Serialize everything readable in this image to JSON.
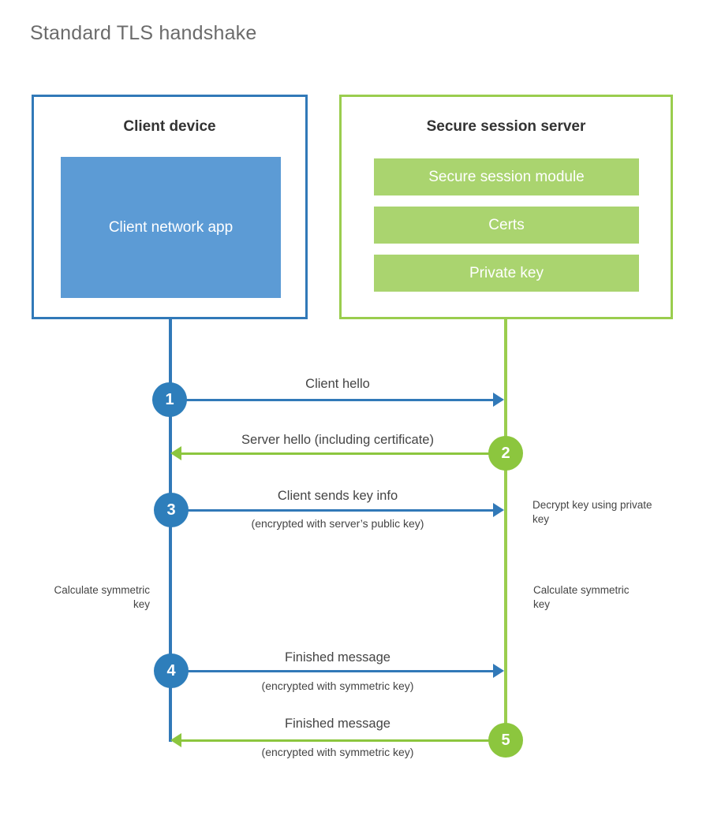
{
  "title": "Standard TLS handshake",
  "colors": {
    "client_border": "#3179B8",
    "client_fill": "#5C9BD5",
    "client_accent": "#2E7EBB",
    "server_border": "#9ACD4E",
    "server_fill": "#AAD46F",
    "server_accent": "#8CC63E",
    "title_text": "#6b6b6b",
    "body_text": "#444444",
    "heading_text": "#333333"
  },
  "client": {
    "title": "Client device",
    "app_label": "Client network app"
  },
  "server": {
    "title": "Secure session server",
    "bars": [
      {
        "label": "Secure session module"
      },
      {
        "label": "Certs"
      },
      {
        "label": "Private key"
      }
    ]
  },
  "steps": [
    {
      "number": "1",
      "direction": "client-to-server",
      "label": "Client hello",
      "sublabel": ""
    },
    {
      "number": "2",
      "direction": "server-to-client",
      "label": "Server hello (including certificate)",
      "sublabel": ""
    },
    {
      "number": "3",
      "direction": "client-to-server",
      "label": "Client sends key info",
      "sublabel": "(encrypted with server’s public key)"
    },
    {
      "number": "4",
      "direction": "client-to-server",
      "label": "Finished message",
      "sublabel": "(encrypted with symmetric key)"
    },
    {
      "number": "5",
      "direction": "server-to-client",
      "label": "Finished message",
      "sublabel": "(encrypted with symmetric key)"
    }
  ],
  "notes": {
    "decrypt_key": "Decrypt key using private key",
    "calculate_symmetric_key_client": "Calculate symmetric key",
    "calculate_symmetric_key_server": "Calculate symmetric key"
  }
}
